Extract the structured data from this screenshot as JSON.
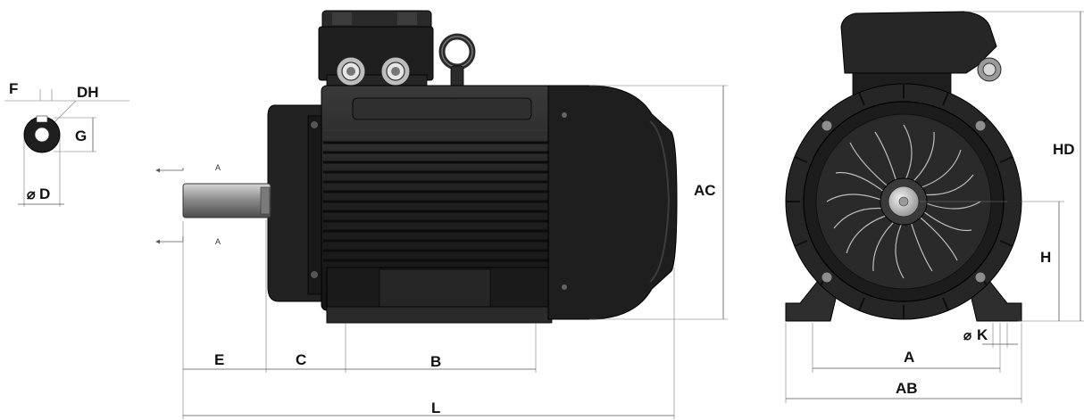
{
  "labels": {
    "F": "F",
    "DH": "DH",
    "G": "G",
    "D": "D",
    "diameter_symbol": "⌀",
    "A_section": "A",
    "E": "E",
    "C": "C",
    "B": "B",
    "L": "L",
    "AC": "AC",
    "HD": "HD",
    "H": "H",
    "K": "K",
    "A": "A",
    "AB": "AB"
  },
  "colors": {
    "motor_body": "#1c1c1c",
    "motor_mid": "#2e2e2e",
    "motor_light": "#4a4a4a",
    "shaft": "#9a9a9a",
    "line": "#555555"
  }
}
